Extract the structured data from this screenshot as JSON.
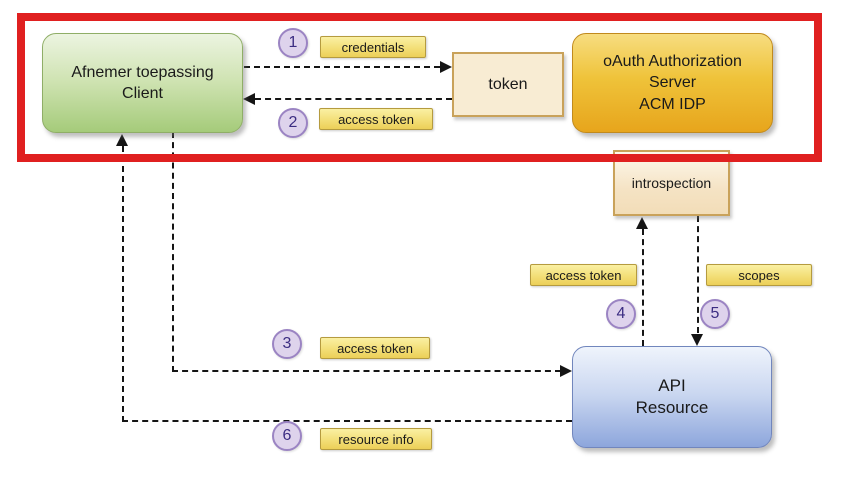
{
  "nodes": {
    "client": {
      "line1": "Afnemer toepassing",
      "line2": "Client"
    },
    "token": {
      "label": "token"
    },
    "oauth_server": {
      "line1": "oAuth Authorization",
      "line2": "Server",
      "line3": "ACM IDP"
    },
    "introspection": {
      "label": "introspection"
    },
    "api_resource": {
      "line1": "API",
      "line2": "Resource"
    }
  },
  "steps": [
    {
      "number": "1",
      "label": "credentials"
    },
    {
      "number": "2",
      "label": "access token"
    },
    {
      "number": "3",
      "label": "access token"
    },
    {
      "number": "4",
      "label": "access token"
    },
    {
      "number": "5",
      "label": "scopes"
    },
    {
      "number": "6",
      "label": "resource info"
    }
  ],
  "colors": {
    "highlight_frame": "#e02020",
    "client_node": "#a5cb7a",
    "oauth_node": "#e7a51c",
    "token_node": "#f8ecd3",
    "introspection_node": "#f5e3c4",
    "api_node": "#8da6dc",
    "message_badge": "#f3df78",
    "step_circle_fill": "#ded3ec",
    "step_circle_border": "#9b84c3",
    "step_number_text": "#3c2d82",
    "connector": "#151515"
  }
}
